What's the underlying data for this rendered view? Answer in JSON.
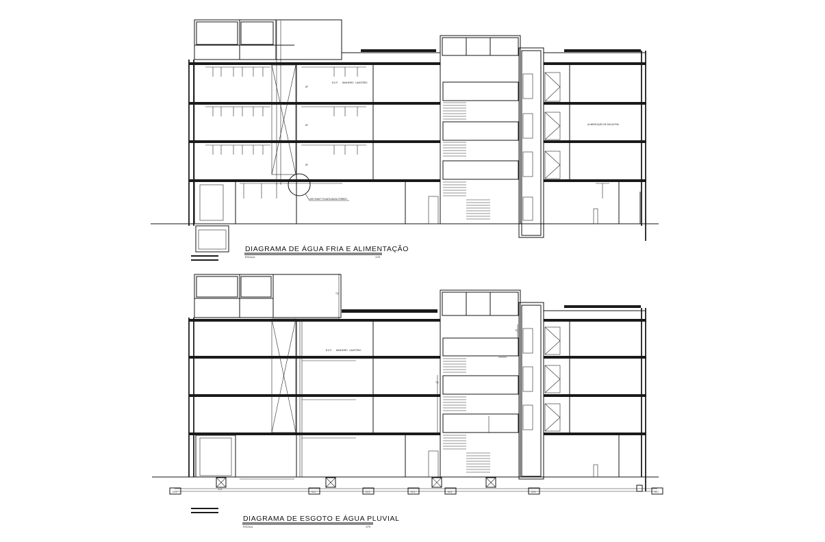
{
  "drawing": {
    "top_title": "DIAGRAMA DE ÁGUA FRIA E ALIMENTAÇÃO",
    "top_scale_label": "ESCALA",
    "top_scale_value": "1/75",
    "bottom_title": "DIAGRAMA DE ESGOTO E ÁGUA PLUVIAL",
    "bottom_scale_label": "ESCALA",
    "bottom_scale_value": "1/75"
  },
  "annotations": {
    "shaft_callout": "VER SHAFT PLANTA BAIXA TERREO",
    "top_right_note": "ALIMENTAÇÃO DE ÁGUA FRIA",
    "pipe_labels": [
      "AF",
      "AF",
      "AF"
    ],
    "fixture_labels": [
      "B.S.P.",
      "BANHEIRO",
      "LAVATÓRIO"
    ],
    "bottom_fixture_labels": [
      "B.S.P.",
      "BANHEIRO",
      "LAVATÓRIO"
    ],
    "inspection_boxes": [
      "CI-1",
      "CI-2",
      "CI-3",
      "CI-4",
      "CI-5",
      "CI-6",
      "CI-7",
      "CI-8"
    ],
    "tq_labels": [
      "TQ",
      "TQ",
      "TQ"
    ]
  },
  "colors": {
    "line": "#111111",
    "background": "#ffffff"
  }
}
